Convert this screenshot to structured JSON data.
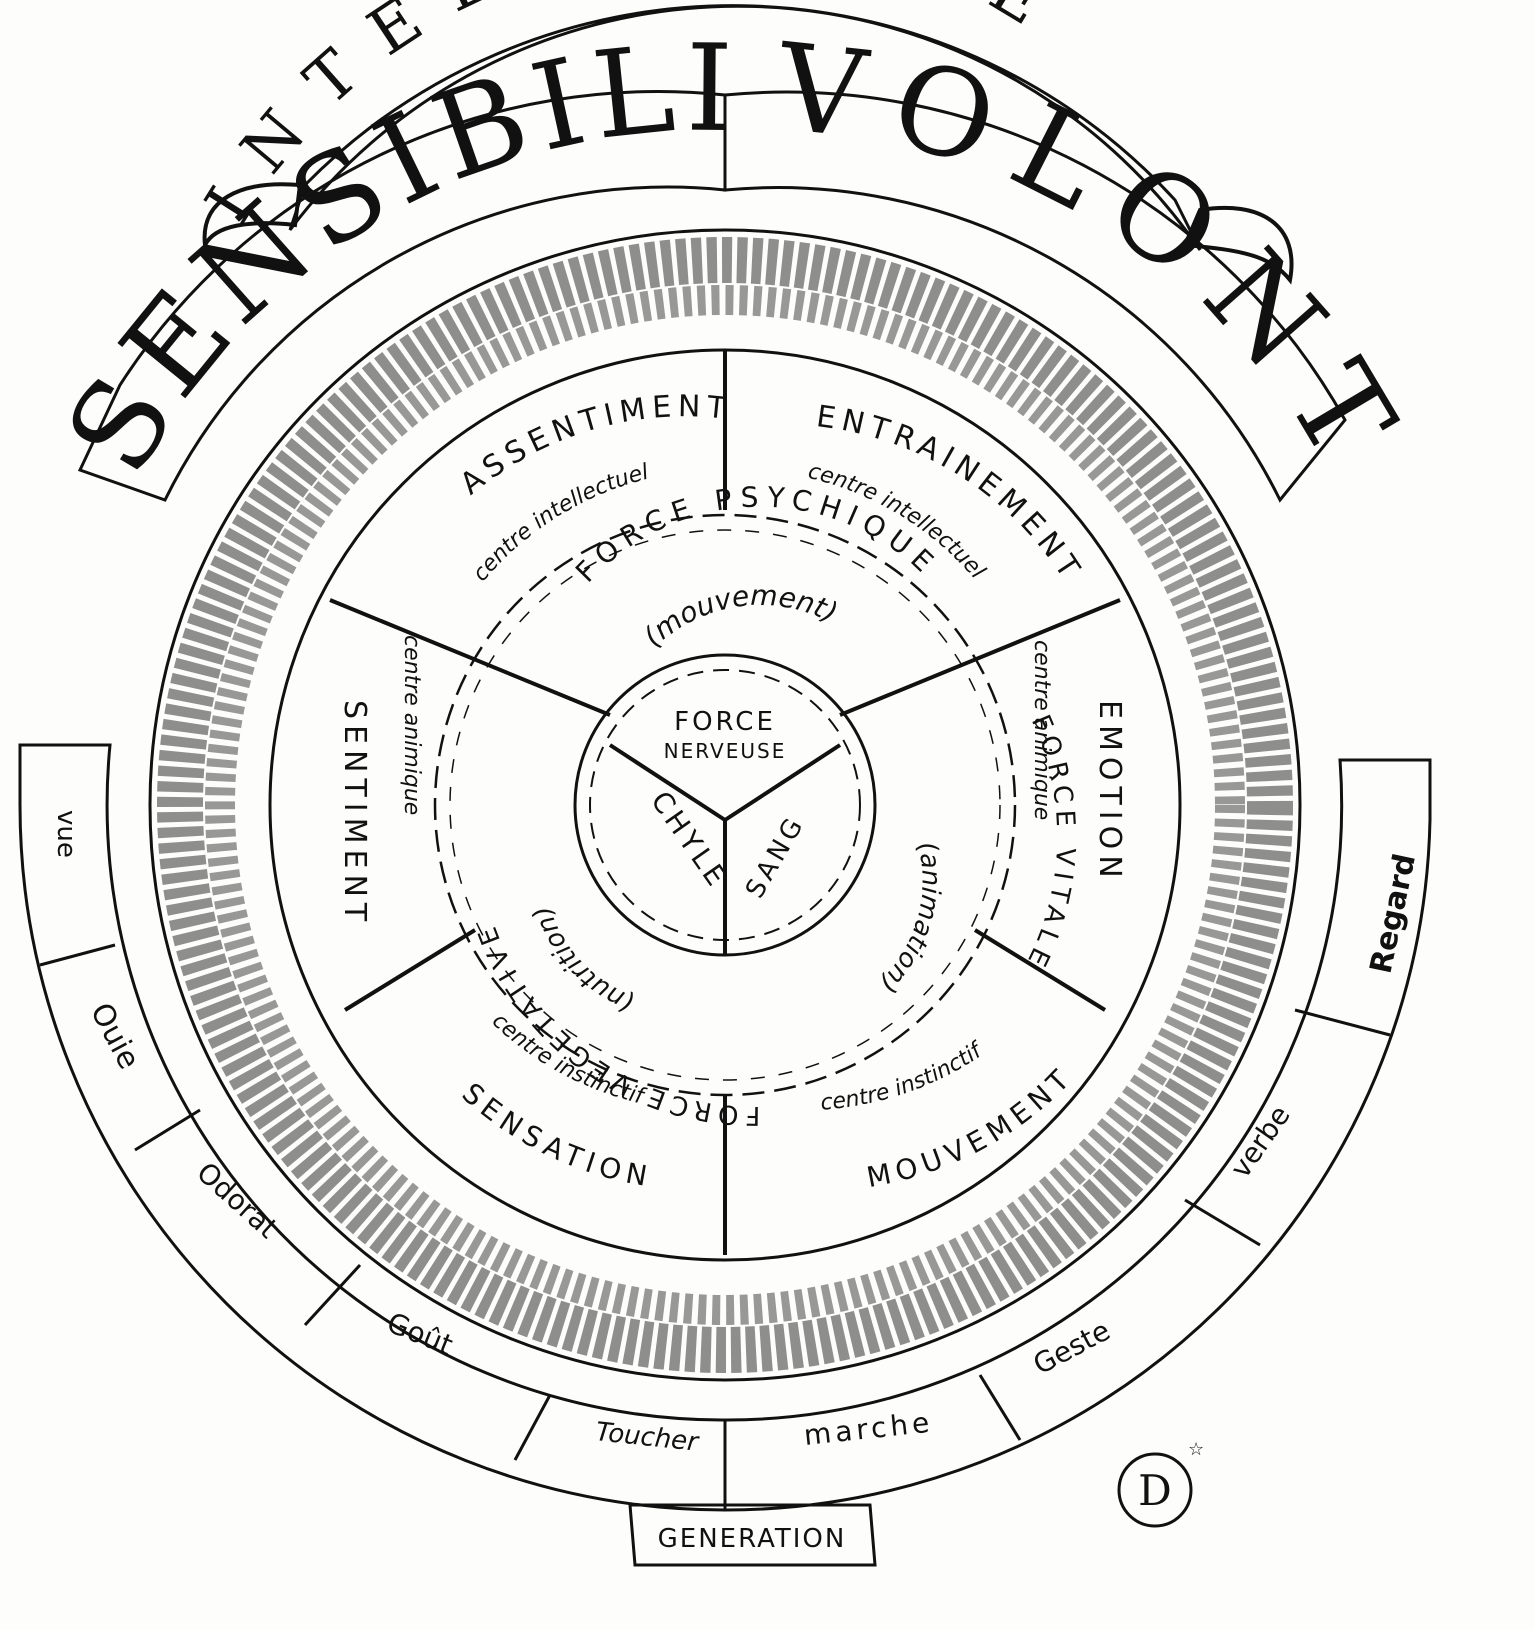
{
  "top_arc": {
    "intelligence": "INTELLIGENCE"
  },
  "upper_band": {
    "left": "SENSIBILITE",
    "right": "VOLONTE"
  },
  "sectors": {
    "top_left": "ASSENTIMENT",
    "top_left_centre": "centre intellectuel",
    "top_right": "ENTRAINEMENT",
    "top_right_centre": "centre intellectuel",
    "left": "SENTIMENT",
    "left_centre": "centre animique",
    "right": "EMOTION",
    "right_centre": "centre animique",
    "bottom_left": "SENSATION",
    "bottom_left_centre": "centre instinctif",
    "bottom_right": "MOUVEMENT",
    "bottom_right_centre": "centre instinctif"
  },
  "forces": {
    "psychique": "FORCE PSYCHIQUE",
    "psychique_sub": "(mouvement)",
    "vitale": "FORCE VITALE",
    "vitale_sub": "(animation)",
    "vegetative": "FORCE VEGETATIVE",
    "vegetative_sub": "(nutrition)"
  },
  "core": {
    "force": "FORCE",
    "nerveuse": "NERVEUSE",
    "chyle": "CHYLE",
    "sang": "SANG"
  },
  "senses_left": [
    "vue",
    "Ouie",
    "Odorat",
    "Goût",
    "Toucher"
  ],
  "actions_right": [
    "Regard",
    "verbe",
    "Geste",
    "marche"
  ],
  "bottom": {
    "generation": "GENERATION"
  },
  "monogram": "D"
}
